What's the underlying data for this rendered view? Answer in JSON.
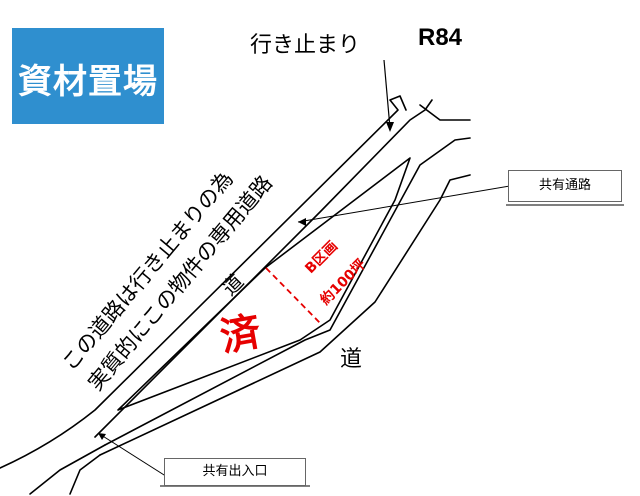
{
  "badge": {
    "text": "資材置場",
    "color": "#2f8fcf"
  },
  "route": "R84",
  "labels": {
    "dead_end": "行き止まり",
    "note_line1": "この道路は行き止まりの為",
    "note_line2": "実質的にこの物件の専用道路",
    "road_inner": "道",
    "road_lower": "道",
    "sold": "済",
    "section_name": "B区画",
    "section_area": "約100坪",
    "shared_path": "共有通路",
    "shared_entrance": "共有出入口"
  },
  "colors": {
    "accent_red": "#e60000",
    "line": "#000000"
  }
}
